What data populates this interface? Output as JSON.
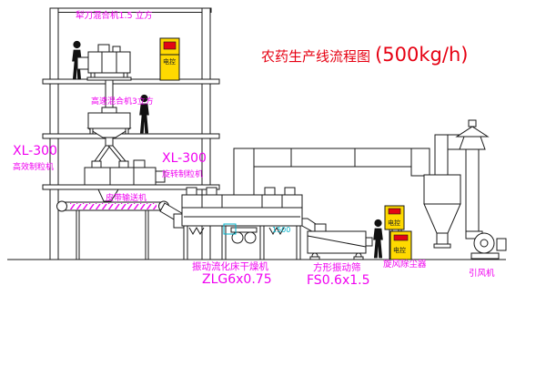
{
  "title": {
    "text": "农药生产线流程图",
    "capacity": "(500kg/h)"
  },
  "labels": {
    "plow_mixer": "犁刀混合机1.5 立方",
    "high_speed_mixer": "高速混合机3立方",
    "granulator_left_model": "XL-300",
    "granulator_left_name": "高效制粒机",
    "granulator_right_model": "XL-300",
    "granulator_right_name": "旋转制粒机",
    "belt_conveyor": "皮带输送机",
    "dryer_name": "振动流化床干燥机",
    "dryer_model": "ZLG6x0.75",
    "sieve_name": "方形振动筛",
    "sieve_model": "FS0.6x1.5",
    "dust_collector": "旋风除尘器",
    "fan": "引风机",
    "dim_1500": "1500",
    "cabinet_text": "电控"
  },
  "colors": {
    "label": "#f000f0",
    "title": "#e60012",
    "line": "#1a1a1a",
    "cabinet_fill": "#ffd900",
    "indicator": "#e30613",
    "cyan": "#00b0c8",
    "figure": "#111111"
  }
}
